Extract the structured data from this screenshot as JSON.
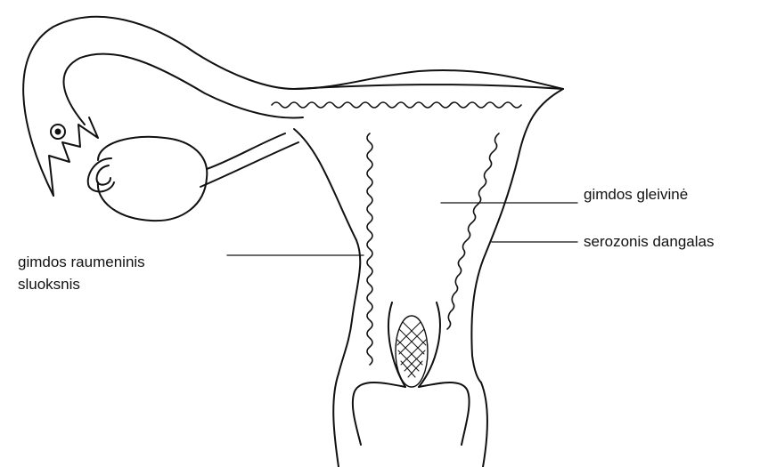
{
  "labels": {
    "mucosa": "gimdos gleivinė",
    "serosa": "serozonis dangalas",
    "muscle_line1": "gimdos raumeninis",
    "muscle_line2": "sluoksnis"
  },
  "colors": {
    "line": "#111111",
    "background": "#ffffff"
  }
}
